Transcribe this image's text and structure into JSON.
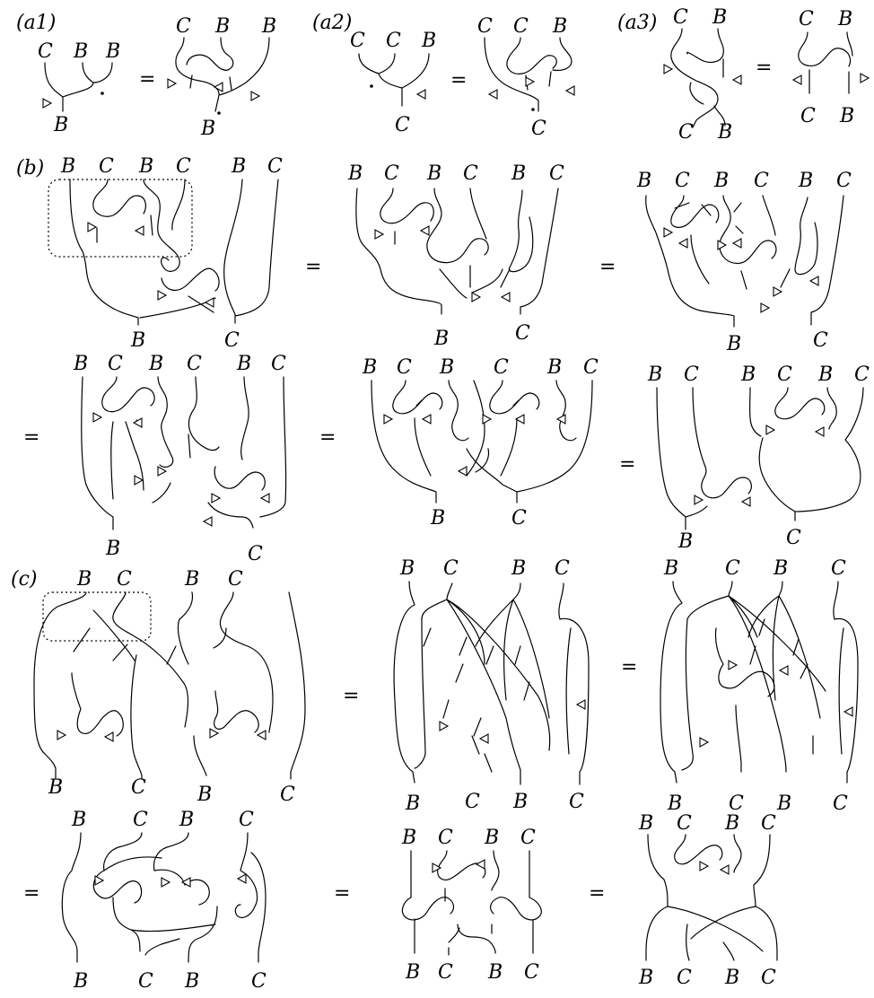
{
  "panels": {
    "a1": {
      "label": "(a1)",
      "lhs_top": [
        "C",
        "B",
        "B"
      ],
      "lhs_bottom": [
        "B"
      ],
      "rhs_top": [
        "C",
        "B",
        "B"
      ],
      "rhs_bottom": [
        "B"
      ]
    },
    "a2": {
      "label": "(a2)",
      "lhs_top": [
        "C",
        "C",
        "B"
      ],
      "lhs_bottom": [
        "C"
      ],
      "rhs_top": [
        "C",
        "C",
        "B"
      ],
      "rhs_bottom": [
        "C"
      ]
    },
    "a3": {
      "label": "(a3)",
      "lhs_top": [
        "C",
        "B"
      ],
      "lhs_bottom": [
        "C",
        "B"
      ],
      "rhs_top": [
        "C",
        "B"
      ],
      "rhs_bottom": [
        "C",
        "B"
      ]
    },
    "b": {
      "label": "(b)",
      "d1_top": [
        "B",
        "C",
        "B",
        "C",
        "B",
        "C"
      ],
      "d1_bottom": [
        "B",
        "C"
      ],
      "d2_top": [
        "B",
        "C",
        "B",
        "C",
        "B",
        "C"
      ],
      "d2_bottom": [
        "B",
        "C"
      ],
      "d3_top": [
        "B",
        "C",
        "B",
        "C",
        "B",
        "C"
      ],
      "d3_bottom": [
        "B",
        "C"
      ],
      "d4_top": [
        "B",
        "C",
        "B",
        "C",
        "B",
        "C"
      ],
      "d4_bottom": [
        "B",
        "C"
      ],
      "d5_top": [
        "B",
        "C",
        "B",
        "C",
        "B",
        "C"
      ],
      "d5_bottom": [
        "B",
        "C"
      ],
      "d6_top": [
        "B",
        "C",
        "B",
        "C",
        "B",
        "C"
      ],
      "d6_bottom": [
        "B",
        "C"
      ]
    },
    "c": {
      "label": "(c)",
      "d1_top": [
        "B",
        "C",
        "B",
        "C"
      ],
      "d1_bottom": [
        "B",
        "C",
        "B",
        "C"
      ],
      "d2_top": [
        "B",
        "C",
        "B",
        "C"
      ],
      "d2_bottom": [
        "B",
        "C",
        "B",
        "C"
      ],
      "d3_top": [
        "B",
        "C",
        "B",
        "C"
      ],
      "d3_bottom": [
        "B",
        "C",
        "B",
        "C"
      ],
      "d4_top": [
        "B",
        "C",
        "B",
        "C"
      ],
      "d4_bottom": [
        "B",
        "C",
        "B",
        "C"
      ],
      "d5_top": [
        "B",
        "C",
        "B",
        "C"
      ],
      "d5_bottom": [
        "B",
        "C",
        "B",
        "C"
      ],
      "d6_top": [
        "B",
        "C",
        "B",
        "C"
      ],
      "d6_bottom": [
        "B",
        "C",
        "B",
        "C"
      ]
    }
  },
  "equals_sign": "="
}
